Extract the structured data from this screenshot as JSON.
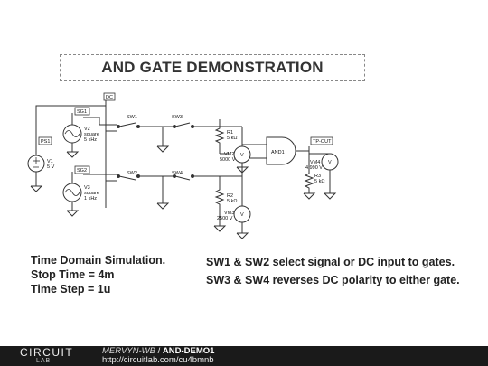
{
  "title": "AND GATE DEMONSTRATION",
  "components": {
    "dc": "DC",
    "ps1": "PS1",
    "v1_name": "V1",
    "v1_value": "5 V",
    "sg1": "SG1",
    "v2_name": "V2",
    "v2_type": "square",
    "v2_freq": "5 kHz",
    "sg2": "SG2",
    "v3_name": "V3",
    "v3_type": "square",
    "v3_freq": "1 kHz",
    "sw1": "SW1",
    "sw2": "SW2",
    "sw3": "SW3",
    "sw4": "SW4",
    "r1_name": "R1",
    "r1_value": "5 kΩ",
    "r2_name": "R2",
    "r2_value": "5 kΩ",
    "r3_name": "R3",
    "r3_value": "5 kΩ",
    "vm2_name": "VM2",
    "vm2_value": "5000 V",
    "vm3_name": "VM3",
    "vm3_value": "2500 V",
    "vm4_name": "VM4",
    "vm4_value": "4.990 V",
    "and1": "AND1",
    "tp_out": "TP-OUT",
    "meter_symbol": "V"
  },
  "notes_left": [
    "Time Domain Simulation.",
    "Stop Time = 4m",
    "Time Step = 1u"
  ],
  "notes_right": [
    "SW1 & SW2 select signal or DC input to gates.",
    "SW3 & SW4 reverses DC polarity to either gate."
  ],
  "footer": {
    "logo_top": "CIRCUIT",
    "logo_bottom": "LAB",
    "user": "MERVYN-WB",
    "separator": " / ",
    "circuit_name": "AND-DEMO1",
    "url": "http://circuitlab.com/cu4bmnb"
  }
}
